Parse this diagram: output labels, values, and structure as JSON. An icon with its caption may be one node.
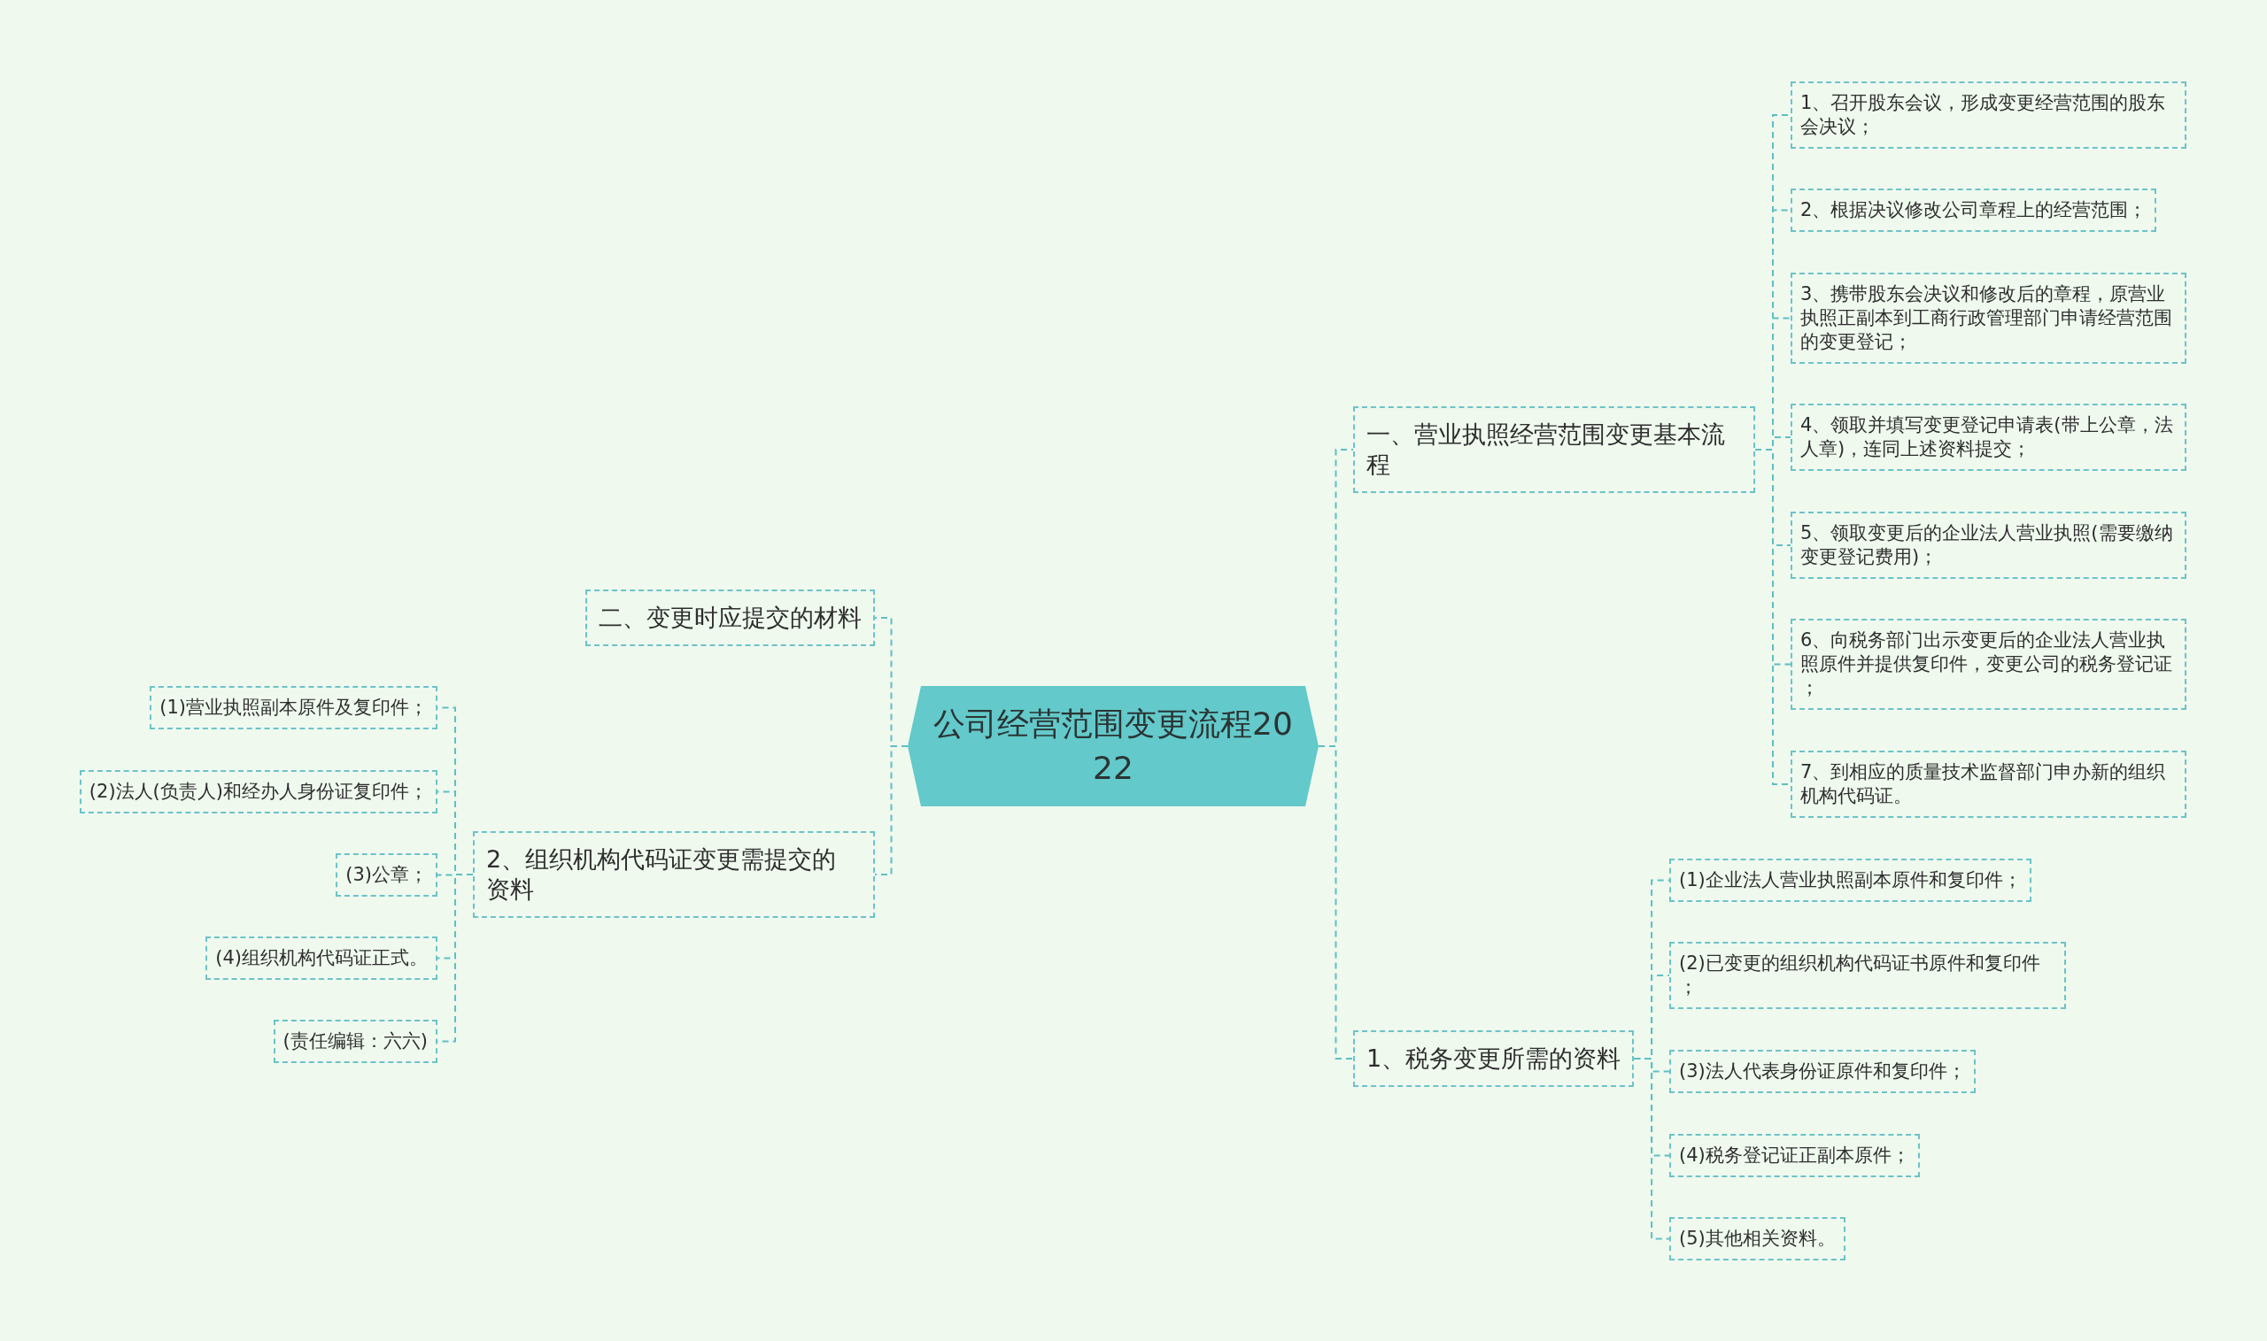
{
  "diagram": {
    "nodes": [
      {
        "text": [
          "公司经营范围变更流程2022"
        ]
      },
      {
        "text": [
          "一、营业执照经营范围变更基本流程"
        ]
      },
      {
        "text": [
          "1、召开股东会议，形成变更经营范围的股东会决议；"
        ]
      },
      {
        "text": [
          "2、根据决议修改公司章程上的经营范围；"
        ]
      },
      {
        "text": [
          "3、携带股东会决议和修改后的章程，原营业执照正副本到工商行政管理部门申请经营范围的变更登记；"
        ]
      },
      {
        "text": [
          "4、领取并填写变更登记申请表(带上公章，法人章)，连同上述资料提交；"
        ]
      },
      {
        "text": [
          "5、领取变更后的企业法人营业执照(需要缴纳变更登记费用)；"
        ]
      },
      {
        "text": [
          "6、向税务部门出示变更后的企业法人营业执照原件并提供复印件，变更公司的税务登记证；"
        ]
      },
      {
        "text": [
          "7、到相应的质量技术监督部门申办新的组织机构代码证。"
        ]
      },
      {
        "text": [
          "1、税务变更所需的资料"
        ]
      },
      {
        "text": [
          "(1)企业法人营业执照副本原件和复印件；"
        ]
      },
      {
        "text": [
          "(2)已变更的组织机构代码证书原件和复印件；"
        ]
      },
      {
        "text": [
          "(3)法人代表身份证原件和复印件；"
        ]
      },
      {
        "text": [
          "(4)税务登记证正副本原件；"
        ]
      },
      {
        "text": [
          "(5)其他相关资料。"
        ]
      },
      {
        "text": [
          "二、变更时应提交的材料"
        ]
      },
      {
        "text": [
          "2、组织机构代码证变更需提交的资料"
        ]
      },
      {
        "text": [
          "(1)营业执照副本原件及复印件；"
        ]
      },
      {
        "text": [
          "(2)法人(负责人)和经办人身份证复印件；"
        ]
      },
      {
        "text": [
          "(3)公章；"
        ]
      },
      {
        "text": [
          "(4)组织机构代码证正式。"
        ]
      },
      {
        "text": [
          "(责任编辑：六六)"
        ]
      }
    ],
    "edges": [
      {
        "from": 0,
        "to": 1,
        "arrow": "none",
        "style": "dashed"
      },
      {
        "from": 1,
        "to": 2,
        "arrow": "none",
        "style": "dashed"
      },
      {
        "from": 1,
        "to": 3,
        "arrow": "none",
        "style": "dashed"
      },
      {
        "from": 1,
        "to": 4,
        "arrow": "none",
        "style": "dashed"
      },
      {
        "from": 1,
        "to": 5,
        "arrow": "none",
        "style": "dashed"
      },
      {
        "from": 1,
        "to": 6,
        "arrow": "none",
        "style": "dashed"
      },
      {
        "from": 1,
        "to": 7,
        "arrow": "none",
        "style": "dashed"
      },
      {
        "from": 1,
        "to": 8,
        "arrow": "none",
        "style": "dashed"
      },
      {
        "from": 0,
        "to": 9,
        "arrow": "none",
        "style": "dashed"
      },
      {
        "from": 9,
        "to": 10,
        "arrow": "none",
        "style": "dashed"
      },
      {
        "from": 9,
        "to": 11,
        "arrow": "none",
        "style": "dashed"
      },
      {
        "from": 9,
        "to": 12,
        "arrow": "none",
        "style": "dashed"
      },
      {
        "from": 9,
        "to": 13,
        "arrow": "none",
        "style": "dashed"
      },
      {
        "from": 9,
        "to": 14,
        "arrow": "none",
        "style": "dashed"
      },
      {
        "from": 0,
        "to": 15,
        "arrow": "none",
        "style": "dashed"
      },
      {
        "from": 0,
        "to": 16,
        "arrow": "none",
        "style": "dashed"
      },
      {
        "from": 16,
        "to": 17,
        "arrow": "none",
        "style": "dashed"
      },
      {
        "from": 16,
        "to": 18,
        "arrow": "none",
        "style": "dashed"
      },
      {
        "from": 16,
        "to": 19,
        "arrow": "none",
        "style": "dashed"
      },
      {
        "from": 16,
        "to": 20,
        "arrow": "none",
        "style": "dashed"
      },
      {
        "from": 16,
        "to": 21,
        "arrow": "none",
        "style": "dashed"
      }
    ]
  }
}
